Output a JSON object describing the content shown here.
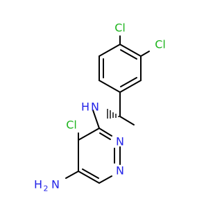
{
  "molecule": {
    "colors": {
      "bond": "#000000",
      "chlorine": "#1fb51f",
      "nitrogen": "#2323e8",
      "background": "#ffffff"
    },
    "atoms": {
      "cl_top": "Cl",
      "cl_right": "Cl",
      "cl_ring": "Cl",
      "nh": "N",
      "nh_h": "H",
      "n_ring_upper": "N",
      "n_ring_lower": "N",
      "nh2_h": "H",
      "nh2_sub": "2",
      "nh2_n": "N"
    }
  }
}
